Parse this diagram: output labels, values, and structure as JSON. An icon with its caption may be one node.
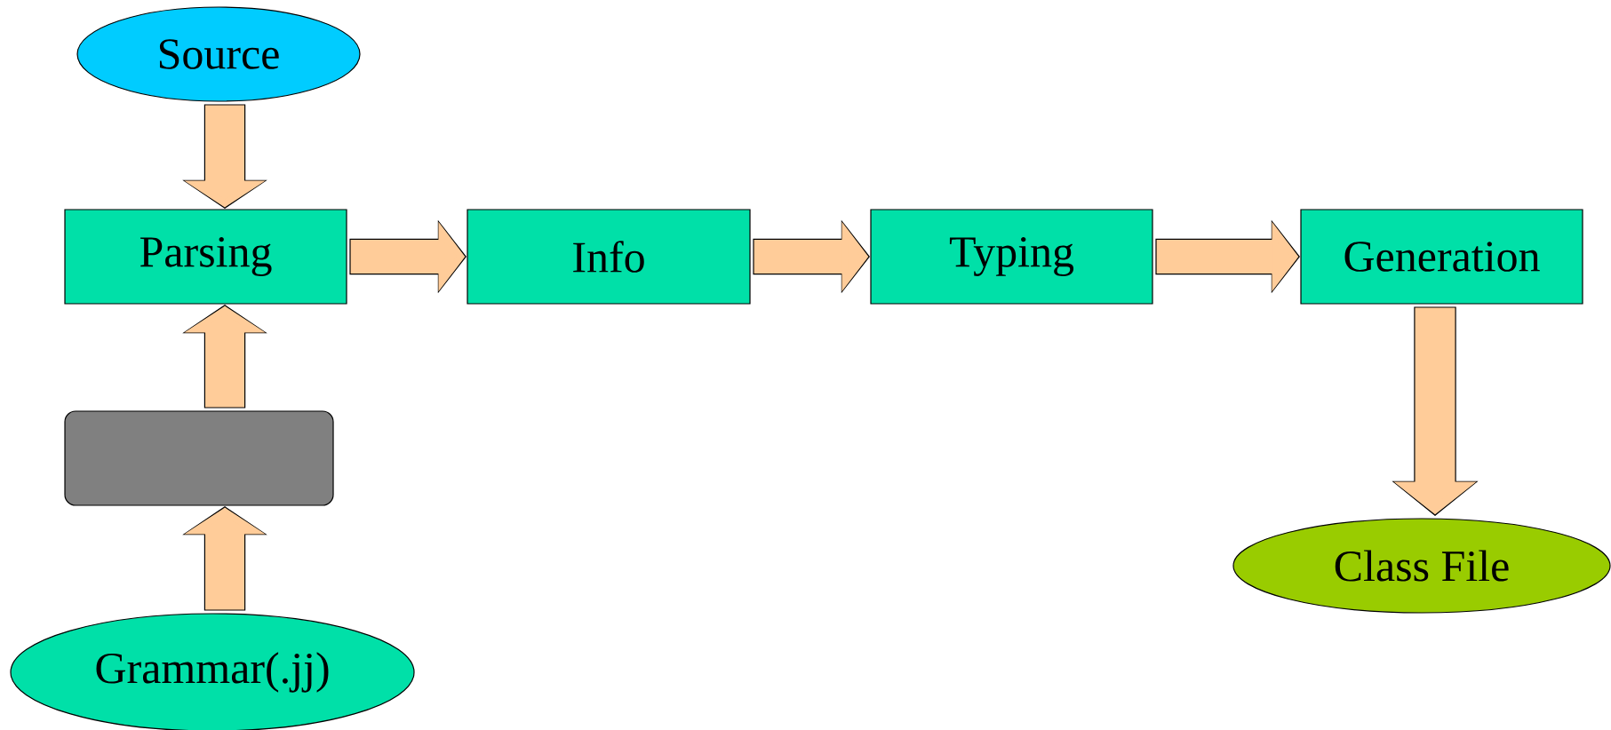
{
  "diagram": {
    "nodes": [
      {
        "text": [
          "Source"
        ]
      },
      {
        "text": [
          "Parsing"
        ]
      },
      {
        "text": [
          "Info"
        ]
      },
      {
        "text": [
          "Typing"
        ]
      },
      {
        "text": [
          "Generation"
        ]
      },
      {
        "text": [],
        "shape": "box"
      },
      {
        "text": [
          "Grammar(.jj)"
        ]
      },
      {
        "text": [
          "Class File"
        ]
      }
    ],
    "edges": [
      {
        "from": 0,
        "to": 1,
        "arrow": "to"
      },
      {
        "from": 5,
        "to": 1,
        "arrow": "to"
      },
      {
        "from": 6,
        "to": 5,
        "arrow": "to"
      },
      {
        "from": 1,
        "to": 2,
        "arrow": "to"
      },
      {
        "from": 2,
        "to": 3,
        "arrow": "to"
      },
      {
        "from": 3,
        "to": 4,
        "arrow": "to"
      },
      {
        "from": 4,
        "to": 7,
        "arrow": "to"
      }
    ]
  }
}
